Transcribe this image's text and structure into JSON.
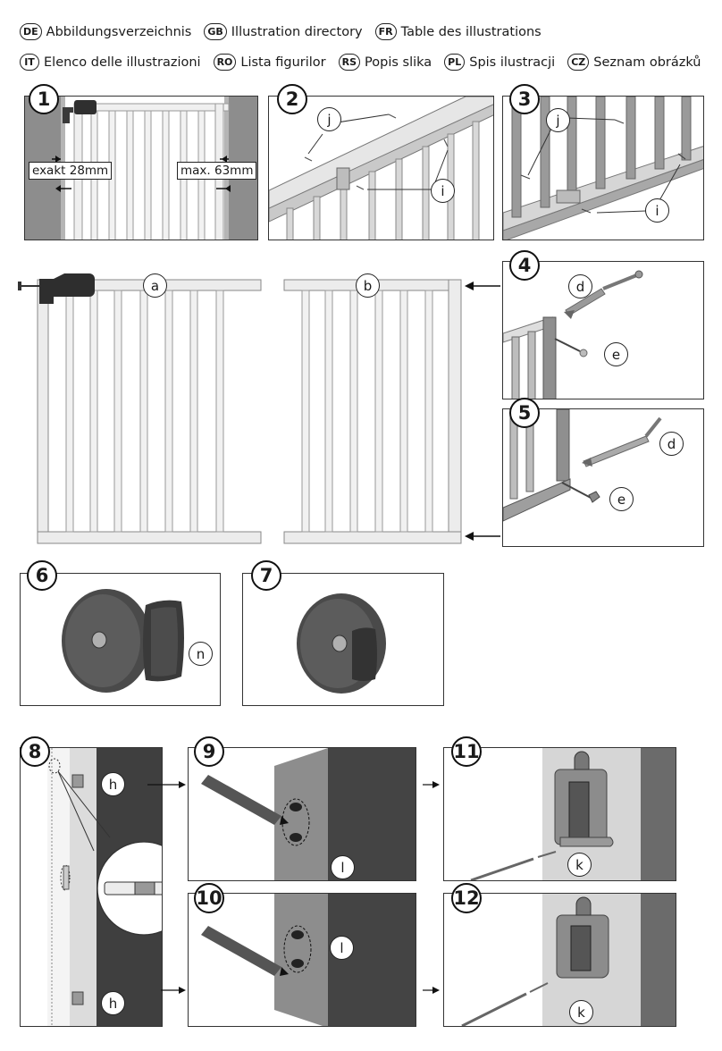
{
  "languages": [
    {
      "code": "DE",
      "label": "Abbildungsverzeichnis"
    },
    {
      "code": "GB",
      "label": "Illustration directory"
    },
    {
      "code": "FR",
      "label": "Table des illustrations"
    },
    {
      "code": "IT",
      "label": "Elenco delle illustrazioni"
    },
    {
      "code": "RO",
      "label": "Lista figurilor"
    },
    {
      "code": "RS",
      "label": "Popis slika"
    },
    {
      "code": "PL",
      "label": "Spis ilustracji"
    },
    {
      "code": "CZ",
      "label": "Seznam obrázků"
    }
  ],
  "steps": {
    "s1": "1",
    "s2": "2",
    "s3": "3",
    "s4": "4",
    "s5": "5",
    "s6": "6",
    "s7": "7",
    "s8": "8",
    "s9": "9",
    "s10": "10",
    "s11": "11",
    "s12": "12"
  },
  "measurements": {
    "left": "exakt 28mm",
    "right": "max. 63mm"
  },
  "callouts": {
    "a": "a",
    "b": "b",
    "d": "d",
    "e": "e",
    "h": "h",
    "i": "i",
    "j": "j",
    "k": "k",
    "l": "l",
    "n": "n"
  },
  "colors": {
    "wall": "#8a8a8a",
    "frame": "#e4e4e4",
    "dark": "#3a3a3a"
  }
}
